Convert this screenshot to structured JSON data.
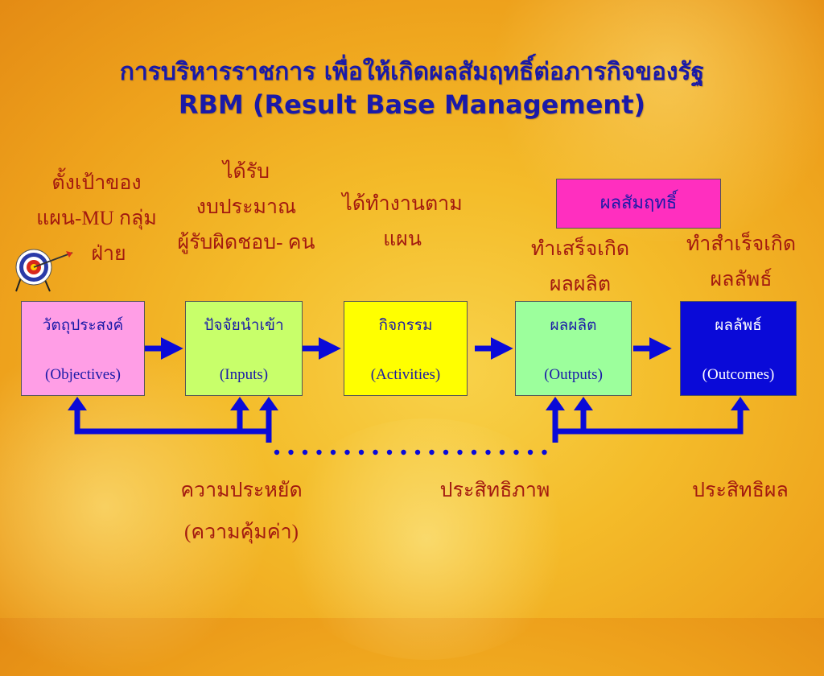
{
  "title": {
    "line1": "การบริหารราชการ เพื่อให้เกิดผลสัมฤทธิ์ต่อภารกิจของรัฐ",
    "line2": "RBM (Result Base Management)"
  },
  "top_labels": {
    "targets": [
      "ตั้งเป้าของ",
      "แผน-MU  กลุ่ม",
      "ฝ่าย"
    ],
    "budget": [
      "ได้รับ",
      "งบประมาณ",
      "ผู้รับผิดชอบ- คน"
    ],
    "plan": [
      "ได้ทำงานตาม",
      "แผน"
    ],
    "outputs_done": [
      "ทำเสร็จเกิด",
      "ผลผลิต"
    ],
    "outcomes_done": [
      "ทำสำเร็จเกิด",
      "ผลลัพธ์"
    ]
  },
  "result_box": "ผลสัมฤทธิ์",
  "boxes": [
    {
      "th": "วัตถุประสงค์",
      "en": "(Objectives)",
      "bg": "#ff9ee6",
      "color": "#1a1aa8"
    },
    {
      "th": "ปัจจัยนำเข้า",
      "en": "(Inputs)",
      "bg": "#c8ff6a",
      "color": "#1a1aa8"
    },
    {
      "th": "กิจกรรม",
      "en": "(Activities)",
      "bg": "#ffff00",
      "color": "#1a1aa8"
    },
    {
      "th": "ผลผลิต",
      "en": "(Outputs)",
      "bg": "#9cff9c",
      "color": "#1a1aa8"
    },
    {
      "th": "ผลลัพธ์",
      "en": "(Outcomes)",
      "bg": "#0a0ad8",
      "color": "#ffffff"
    }
  ],
  "bottom_labels": {
    "economy": [
      "ความประหยัด",
      "(ความคุ้มค่า)"
    ],
    "efficiency": "ประสิทธิภาพ",
    "effectiveness": "ประสิทธิผล"
  },
  "icons": {
    "target": "target-dartboard-icon"
  },
  "colors": {
    "arrow": "#0a0ad8",
    "title": "#1a1aa8",
    "label": "#a31a10"
  }
}
